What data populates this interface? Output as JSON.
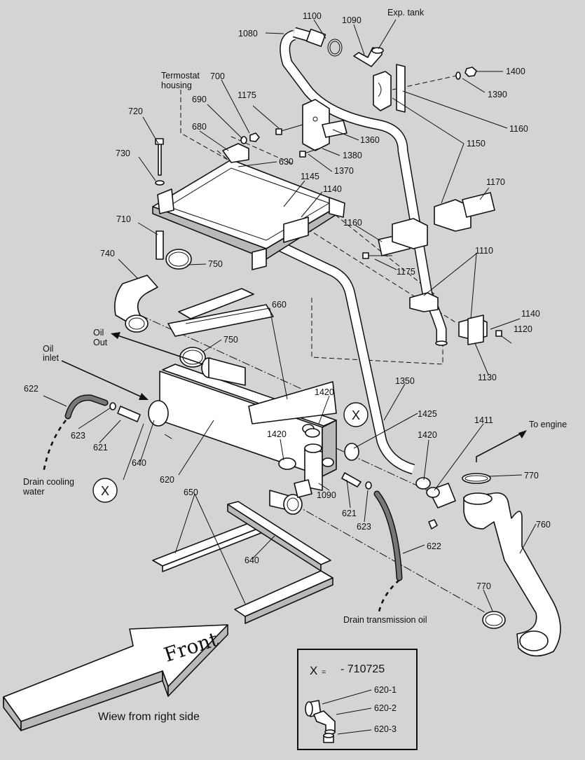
{
  "callouts": {
    "c1080": "1080",
    "c1100": "1100",
    "c1090_top": "1090",
    "exp_tank": "Exp. tank",
    "c1400": "1400",
    "c1390": "1390",
    "c1160_top": "1160",
    "c1150": "1150",
    "termostat_line1": "Termostat",
    "termostat_line2": "housing",
    "c700": "700",
    "c690": "690",
    "c1175_top": "1175",
    "c680": "680",
    "c720": "720",
    "c730": "730",
    "c1360": "1360",
    "c1380": "1380",
    "c630": "630",
    "c1370": "1370",
    "c1145": "1145",
    "c1140_mid": "1140",
    "c1170": "1170",
    "c710": "710",
    "c1160_mid": "1160",
    "c750_top": "750",
    "c740": "740",
    "c1175_mid": "1175",
    "c1110": "1110",
    "c660": "660",
    "c1140_right": "1140",
    "c1120": "1120",
    "oil_out_line1": "Oil",
    "oil_out_line2": "Out",
    "c750_mid": "750",
    "oil_inlet_line1": "Oil",
    "oil_inlet_line2": "inlet",
    "c1130": "1130",
    "c1350": "1350",
    "c622_left": "622",
    "c1420_a": "1420",
    "c1425": "1425",
    "c1411": "1411",
    "to_engine": "To engine",
    "c623_left": "623",
    "c621_left": "621",
    "c1420_b": "1420",
    "c1420_c": "1420",
    "c640_top": "640",
    "c770_top": "770",
    "drain_cooling_line1": "Drain cooling",
    "drain_cooling_line2": "water",
    "c620": "620",
    "c1090_bottom": "1090",
    "c621_right": "621",
    "c650": "650",
    "c623_right": "623",
    "c760": "760",
    "c622_right": "622",
    "c640_bottom": "640",
    "c770_bottom": "770",
    "drain_transmission": "Drain transmission oil",
    "front": "Front",
    "view_caption": "Wiew from right side",
    "x_marker": "X"
  },
  "inset": {
    "x_label": "X",
    "equals": "=",
    "part_number": "- 710725",
    "items": [
      "620-1",
      "620-2",
      "620-3"
    ]
  }
}
